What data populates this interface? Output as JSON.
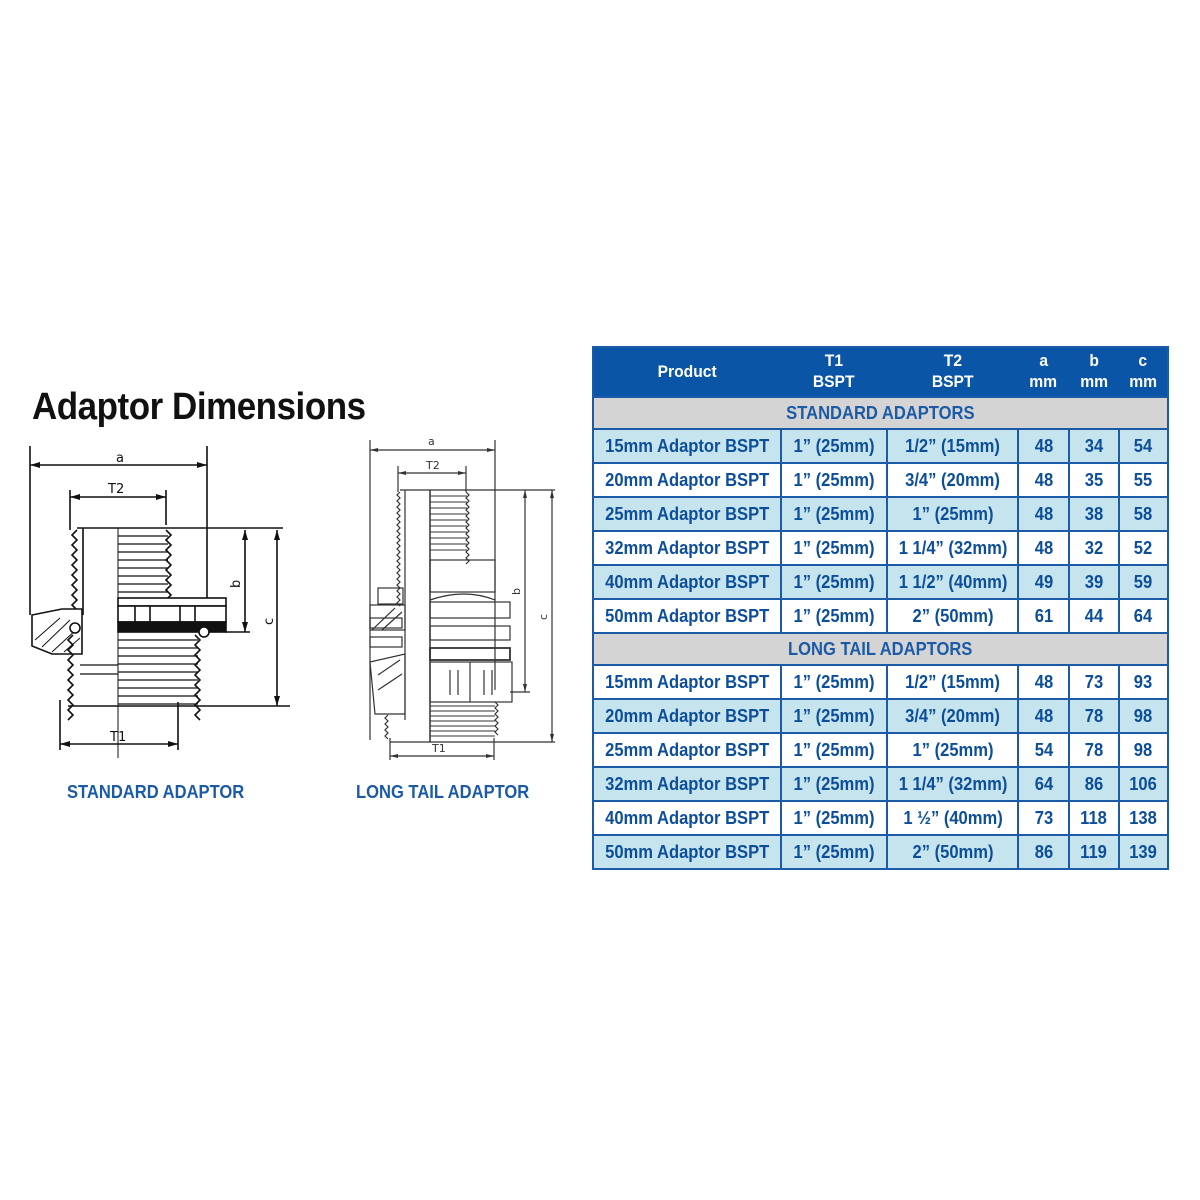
{
  "title": "Adaptor Dimensions",
  "diagrams": [
    {
      "caption": "STANDARD ADAPTOR",
      "labels": {
        "a": "a",
        "T2": "T2",
        "b": "b",
        "c": "c",
        "T1": "T1"
      }
    },
    {
      "caption": "LONG TAIL ADAPTOR",
      "labels": {
        "a": "a",
        "T2": "T2",
        "b": "b",
        "c": "c",
        "T1": "T1"
      }
    }
  ],
  "table": {
    "headers": {
      "product": "Product",
      "t1_line1": "T1",
      "t1_line2": "BSPT",
      "t2_line1": "T2",
      "t2_line2": "BSPT",
      "a_line1": "a",
      "a_line2": "mm",
      "b_line1": "b",
      "b_line2": "mm",
      "c_line1": "c",
      "c_line2": "mm"
    },
    "sections": [
      {
        "title": "STANDARD ADAPTORS",
        "rows": [
          {
            "product": "15mm Adaptor BSPT",
            "t1": "1” (25mm)",
            "t2": "1/2” (15mm)",
            "a": "48",
            "b": "34",
            "c": "54"
          },
          {
            "product": "20mm Adaptor BSPT",
            "t1": "1” (25mm)",
            "t2": "3/4” (20mm)",
            "a": "48",
            "b": "35",
            "c": "55"
          },
          {
            "product": "25mm Adaptor BSPT",
            "t1": "1” (25mm)",
            "t2": "1” (25mm)",
            "a": "48",
            "b": "38",
            "c": "58"
          },
          {
            "product": "32mm Adaptor BSPT",
            "t1": "1” (25mm)",
            "t2": "1 1/4” (32mm)",
            "a": "48",
            "b": "32",
            "c": "52"
          },
          {
            "product": "40mm Adaptor BSPT",
            "t1": "1” (25mm)",
            "t2": "1 1/2” (40mm)",
            "a": "49",
            "b": "39",
            "c": "59"
          },
          {
            "product": "50mm Adaptor BSPT",
            "t1": "1” (25mm)",
            "t2": "2” (50mm)",
            "a": "61",
            "b": "44",
            "c": "64"
          }
        ]
      },
      {
        "title": "LONG TAIL ADAPTORS",
        "rows": [
          {
            "product": "15mm Adaptor BSPT",
            "t1": "1” (25mm)",
            "t2": "1/2” (15mm)",
            "a": "48",
            "b": "73",
            "c": "93"
          },
          {
            "product": "20mm Adaptor BSPT",
            "t1": "1” (25mm)",
            "t2": "3/4” (20mm)",
            "a": "48",
            "b": "78",
            "c": "98"
          },
          {
            "product": "25mm Adaptor BSPT",
            "t1": "1” (25mm)",
            "t2": "1” (25mm)",
            "a": "54",
            "b": "78",
            "c": "98"
          },
          {
            "product": "32mm Adaptor BSPT",
            "t1": "1” (25mm)",
            "t2": "1 1/4” (32mm)",
            "a": "64",
            "b": "86",
            "c": "106"
          },
          {
            "product": "40mm Adaptor BSPT",
            "t1": "1” (25mm)",
            "t2": "1 ½” (40mm)",
            "a": "73",
            "b": "118",
            "c": "138"
          },
          {
            "product": "50mm Adaptor BSPT",
            "t1": "1” (25mm)",
            "t2": "2” (50mm)",
            "a": "86",
            "b": "119",
            "c": "139"
          }
        ]
      }
    ]
  },
  "colors": {
    "header_blue": "#0a55a5",
    "text_blue": "#0d4e9a",
    "border_blue": "#1b5aa6",
    "row_alt": "#c5e4ed",
    "section_grey": "#d4d4d4"
  }
}
